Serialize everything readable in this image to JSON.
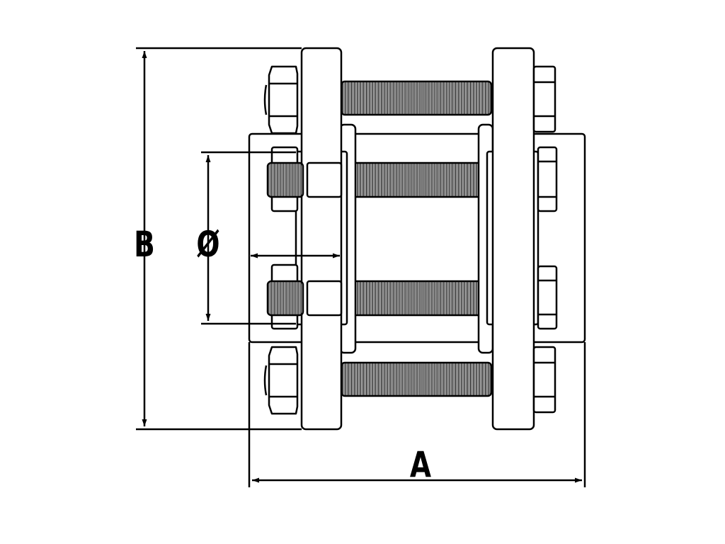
{
  "dimensions": {
    "height_label": "B",
    "diameter_label": "Ø",
    "length_label": "A"
  },
  "colors": {
    "line": "#000000",
    "background": "#ffffff"
  }
}
